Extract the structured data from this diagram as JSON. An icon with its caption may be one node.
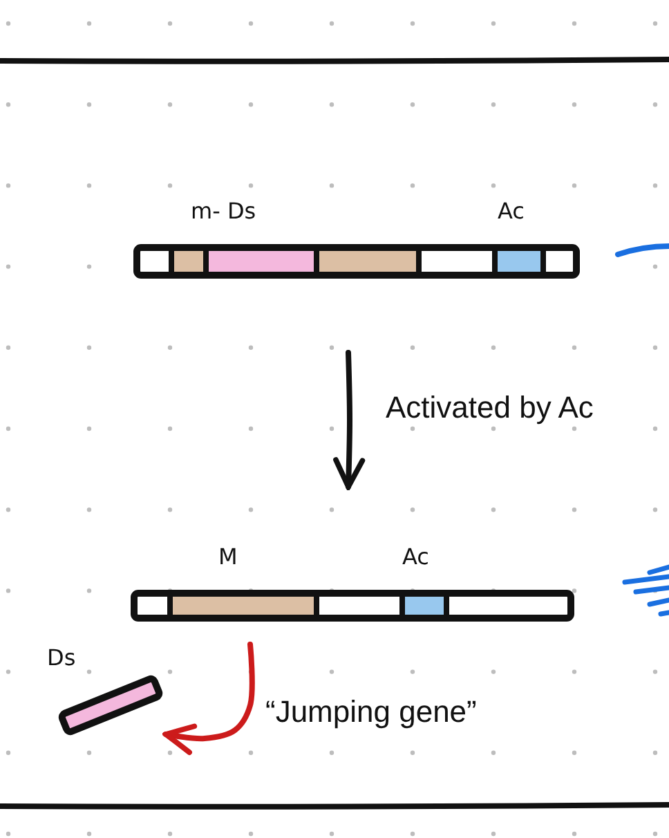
{
  "diagram": {
    "nodes": [
      {
        "text": [],
        "shape": "bar"
      },
      {
        "text": [],
        "shape": "bar"
      },
      {
        "text": [
          "Ds"
        ]
      }
    ],
    "edges": [
      {
        "from": 0,
        "to": 1,
        "arrow": "to",
        "label": "Activated by Ac"
      },
      {
        "from": 1,
        "to": 2,
        "arrow": "to",
        "label": "“Jumping gene”",
        "color": "#cc1b1b"
      }
    ],
    "labels": [
      "m- Ds",
      "Ac",
      "M",
      "Ac"
    ]
  }
}
